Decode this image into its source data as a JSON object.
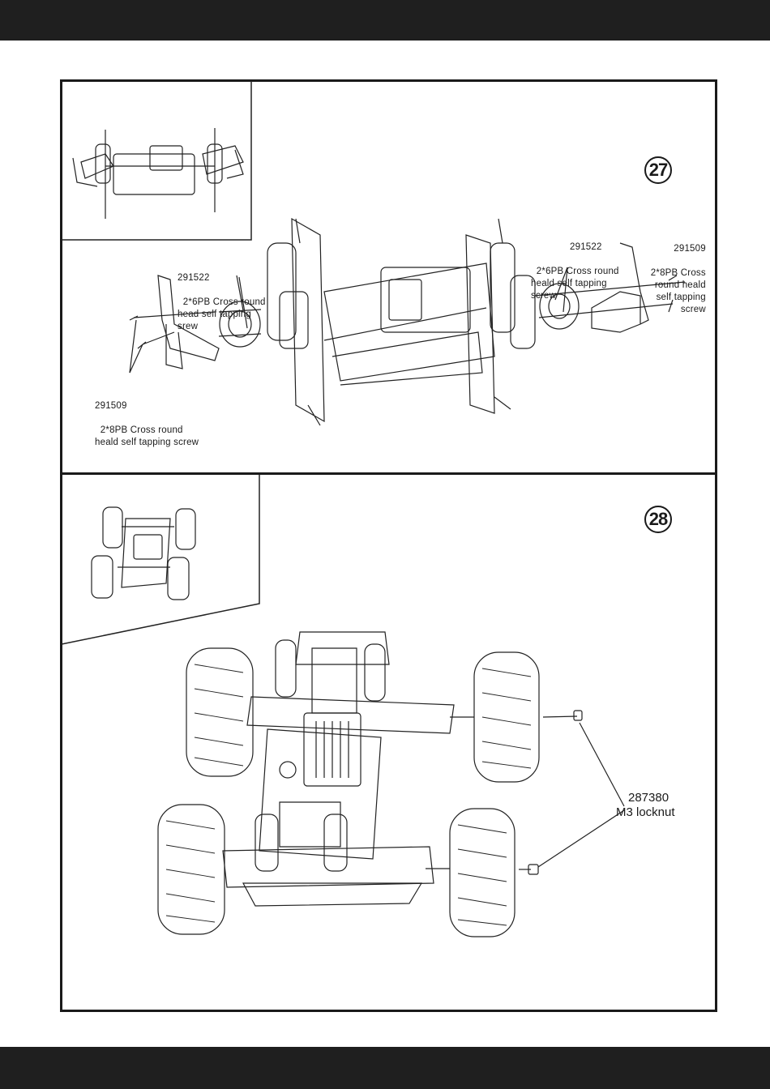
{
  "steps": {
    "step27": {
      "number": "27",
      "labels": {
        "left_top": {
          "code": "291522",
          "text": "2*6PB Cross round\nhead self tapping\nsrew"
        },
        "left_bottom": {
          "code": "291509",
          "text": "2*8PB Cross round\nheald self tapping screw"
        },
        "right_mid": {
          "code": "291522",
          "text": "2*6PB Cross round\nheald self tapping\nscrew"
        },
        "right_far": {
          "code": "291509",
          "text": "2*8PB Cross\nround heald\nself tapping\nscrew"
        }
      }
    },
    "step28": {
      "number": "28",
      "labels": {
        "locknut": {
          "code": "287380",
          "text": "M3 locknut"
        }
      }
    }
  }
}
